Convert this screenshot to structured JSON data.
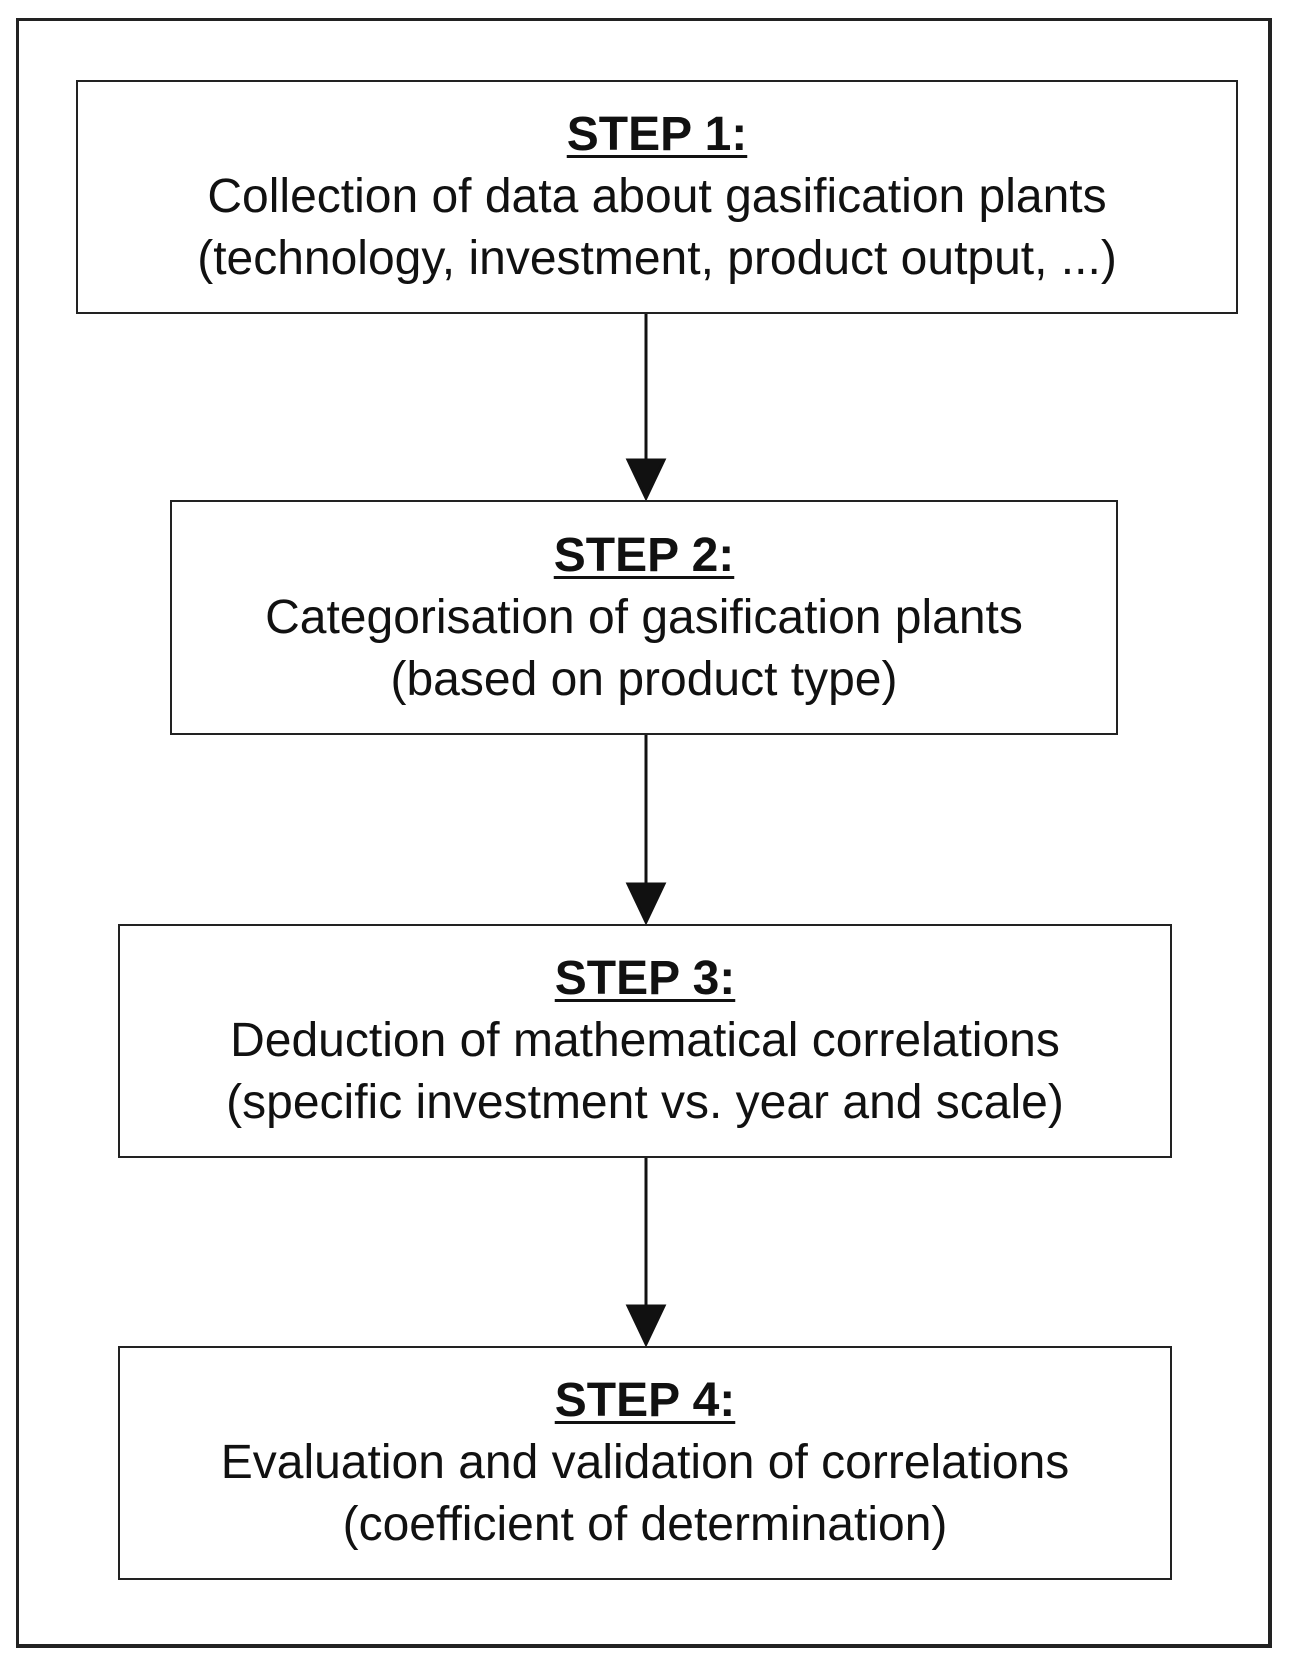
{
  "steps": [
    {
      "title": "STEP 1:",
      "line1": "Collection of data about gasification plants",
      "line2": "(technology, investment, product output, ...)"
    },
    {
      "title": "STEP 2:",
      "line1": "Categorisation of gasification plants",
      "line2": "(based on product type)"
    },
    {
      "title": "STEP 3:",
      "line1": "Deduction of mathematical correlations",
      "line2": "(specific investment vs. year and scale)"
    },
    {
      "title": "STEP 4:",
      "line1": "Evaluation and validation of correlations",
      "line2": "(coefficient of determination)"
    }
  ]
}
